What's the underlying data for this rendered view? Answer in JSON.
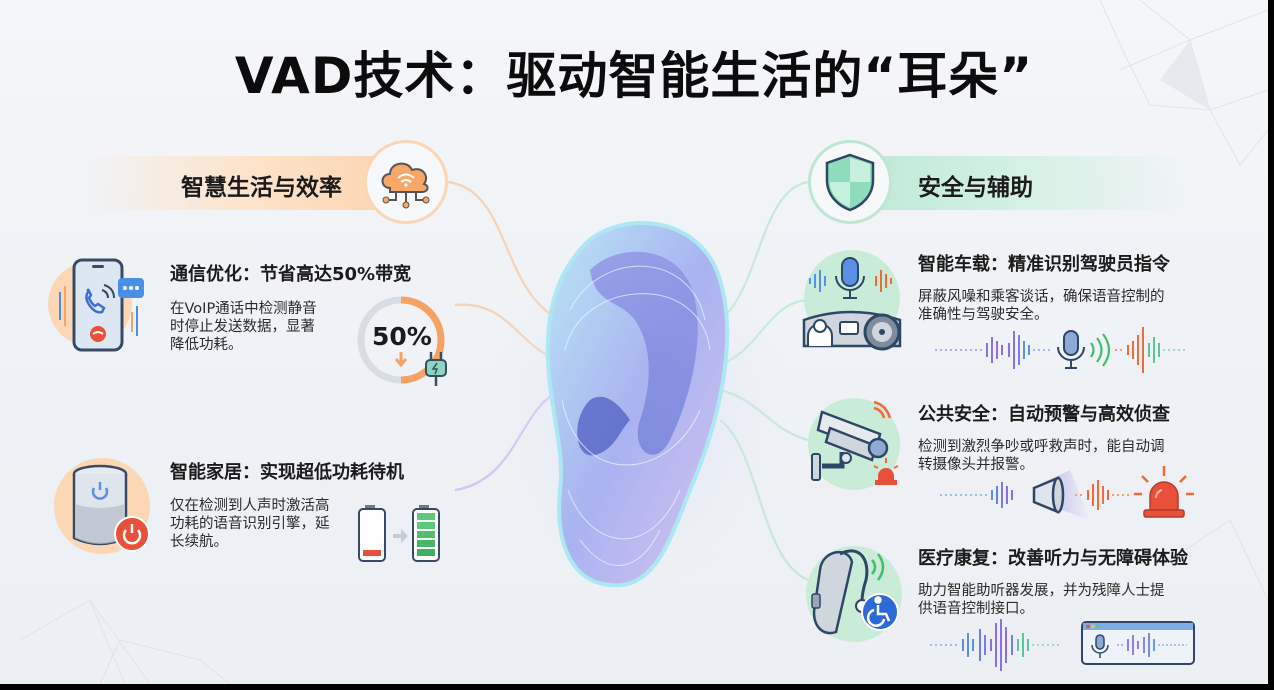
{
  "title": "VAD技术：驱动智能生活的“耳朵”",
  "colors": {
    "orange_accent": "#f5a262",
    "green_accent": "#5ec59a",
    "purple_wave": "#8e6fe0",
    "blue_wave": "#5b8fe6",
    "red_alert": "#e8503a"
  },
  "left_section": {
    "header": "智慧生活与效率",
    "header_icon": "cloud-network-icon",
    "items": [
      {
        "title": "通信优化：节省高达50%带宽",
        "desc_lines": [
          "在VoIP通话中检测静音",
          "时停止发送数据，显著",
          "降低功耗。"
        ],
        "icon": "smartphone-call-icon",
        "graphic": {
          "type": "ring-gauge",
          "value": "50%",
          "icon": "plug-icon"
        }
      },
      {
        "title": "智能家居：实现超低功耗待机",
        "desc_lines": [
          "仅在检测到人声时激活高",
          "功耗的语音识别引擎，延",
          "长续航。"
        ],
        "icon": "smart-speaker-icon",
        "graphic": {
          "type": "battery-transition",
          "from": "low",
          "to": "full"
        }
      }
    ]
  },
  "right_section": {
    "header": "安全与辅助",
    "header_icon": "shield-icon",
    "items": [
      {
        "title": "智能车载：精准识别驾驶员指令",
        "desc_lines": [
          "屏蔽风噪和乘客谈话，确保语音控制的",
          "准确性与驾驶安全。"
        ],
        "icon": "car-dashboard-mic-icon"
      },
      {
        "title": "公共安全：自动预警与高效侦查",
        "desc_lines": [
          "检测到激烈争吵或呼救声时，能自动调",
          "转摄像头并报警。"
        ],
        "icon": "security-camera-icon"
      },
      {
        "title": "医疗康复：改善听力与无障碍体验",
        "desc_lines": [
          "助力智能助听器发展，并为残障人士提",
          "供语音控制接口。"
        ],
        "icon": "hearing-aid-icon"
      }
    ]
  },
  "center": {
    "icon": "ear-icon"
  }
}
